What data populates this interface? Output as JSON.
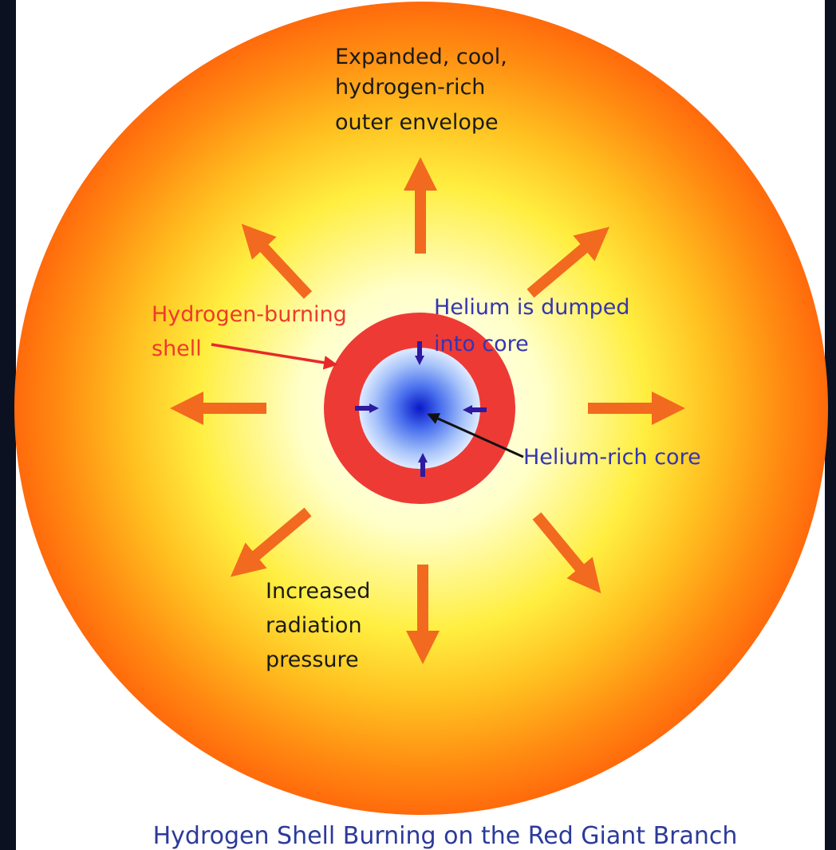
{
  "diagram": {
    "caption": "Hydrogen Shell Burning on the Red Giant Branch",
    "labels": {
      "envelope": [
        "Expanded, cool,",
        "hydrogen-rich",
        "outer envelope"
      ],
      "shell": [
        "Hydrogen-burning",
        "shell"
      ],
      "helium_dump": [
        "Helium is dumped",
        "into core"
      ],
      "core": "Helium-rich core",
      "radiation": [
        "Increased",
        "radiation",
        "pressure"
      ]
    },
    "colors": {
      "envelope_outer": "#ff7a10",
      "envelope_inner": "#ffff80",
      "shell": "#ee3a35",
      "core_center": "#0a1fd0",
      "core_edge": "#d8e8ff",
      "arrows": "#f26a1f",
      "inward_arrows": "#2e1aa0",
      "shell_text": "#ee3a2a",
      "core_text": "#3535b0",
      "caption_text": "#2b3a9a",
      "background": "#0b1120"
    }
  }
}
